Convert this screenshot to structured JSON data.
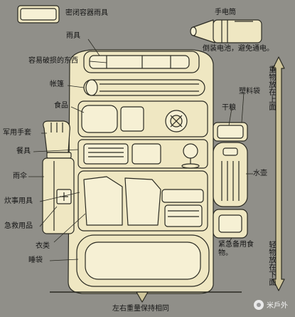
{
  "labels": {
    "sealed_container_rain_gear": "密闭容器雨具",
    "flashlight": "手电筒",
    "flashlight_note": "倒装电池，避免通电。",
    "rain_gear": "雨具",
    "fragile_items": "容易破损的东西",
    "tent": "帐篷",
    "food": "食品",
    "army_gloves": "军用手套",
    "tableware": "餐具",
    "umbrella": "雨伞",
    "cooking_utensils": "炊事用具",
    "first_aid": "急救用品",
    "clothing": "衣类",
    "sleeping_bag": "睡袋",
    "plastic_bag": "塑料袋",
    "dry_food": "干粮",
    "canteen": "水壶",
    "emergency_food": "紧急备用食物。",
    "heavy_on_top": "重物放在上面",
    "light_at_bottom": "轻物放在下面",
    "balance_note": "左右重量保持相同",
    "watermark": "米戶外"
  },
  "colors": {
    "background": "#908f89",
    "item_fill": "#efe7c2",
    "outline": "#2a2a22"
  },
  "icons": [
    "sealed-box-icon",
    "flashlight-icon",
    "glove-icon",
    "canteen-icon",
    "first-aid-cross-icon",
    "arrow-icon",
    "balance-icon"
  ]
}
